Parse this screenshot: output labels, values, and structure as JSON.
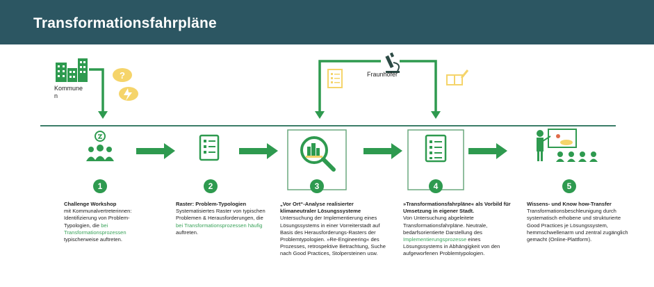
{
  "header": {
    "title": "Transformationsfahrpläne"
  },
  "labels": {
    "kommunen_line1": "Kommune",
    "kommunen_line2": "n",
    "fraunhofer": "Fraunhofer"
  },
  "colors": {
    "header_bg": "#2c5662",
    "green": "#2e9a4f",
    "yellow": "#f5d46a",
    "text": "#222222"
  },
  "steps": [
    {
      "number": "1",
      "icon": "workshop-people-icon",
      "title": "Challenge Workshop",
      "text_a": "mit Kommunalvertreterinnen: Identifizierung von Problem-Typologien, die ",
      "highlight": "bei Transformationsprozessen",
      "text_b": " typischerweise auftreten."
    },
    {
      "number": "2",
      "icon": "checklist-icon",
      "title": "Raster: Problem-Typologien",
      "text_a": "Systematisiertes Raster von typischen Problemen & Herausforderungen, die ",
      "highlight": "bei Transformationsprozessen häufig",
      "text_b": " auftreten."
    },
    {
      "number": "3",
      "icon": "magnifier-city-icon",
      "title": "„Vor Ort“-Analyse realisierter klimaneutraler Lösungssysteme",
      "text_a": "Untersuchung der Implementierung eines Lösungssystems in einer Vorreiterstadt auf Basis des Herausforderungs-Rasters der Problemtypologien. »Re-Engineering« des Prozesses, retrospektive Betrachtung, Suche nach Good Practices, Stolpersteinen usw.",
      "highlight": "",
      "text_b": ""
    },
    {
      "number": "4",
      "icon": "checklist-icon",
      "title": "»Transformationsfahrpläne« als Vorbild für Umsetzung in eigener Stadt.",
      "text_a": "Von Untersuchung abgeleitete Transformationsfahrpläne. Neutrale, bedarfsorientierte Darstellung des ",
      "highlight": "Implementierungsprozesse",
      "text_b": " eines Lösungssystems in Abhängigkeit von den aufgeworfenen Problemtypologien."
    },
    {
      "number": "5",
      "icon": "presentation-icon",
      "title": "Wissens- und Know how-Transfer",
      "text_a": "Transformationsbeschleunigung durch systematisch erhobene und strukturierte Good Practices je Lösungssystem, hemmschwellenarm und zentral zugänglich gemacht (Online-Plattform).",
      "highlight": "",
      "text_b": ""
    }
  ]
}
